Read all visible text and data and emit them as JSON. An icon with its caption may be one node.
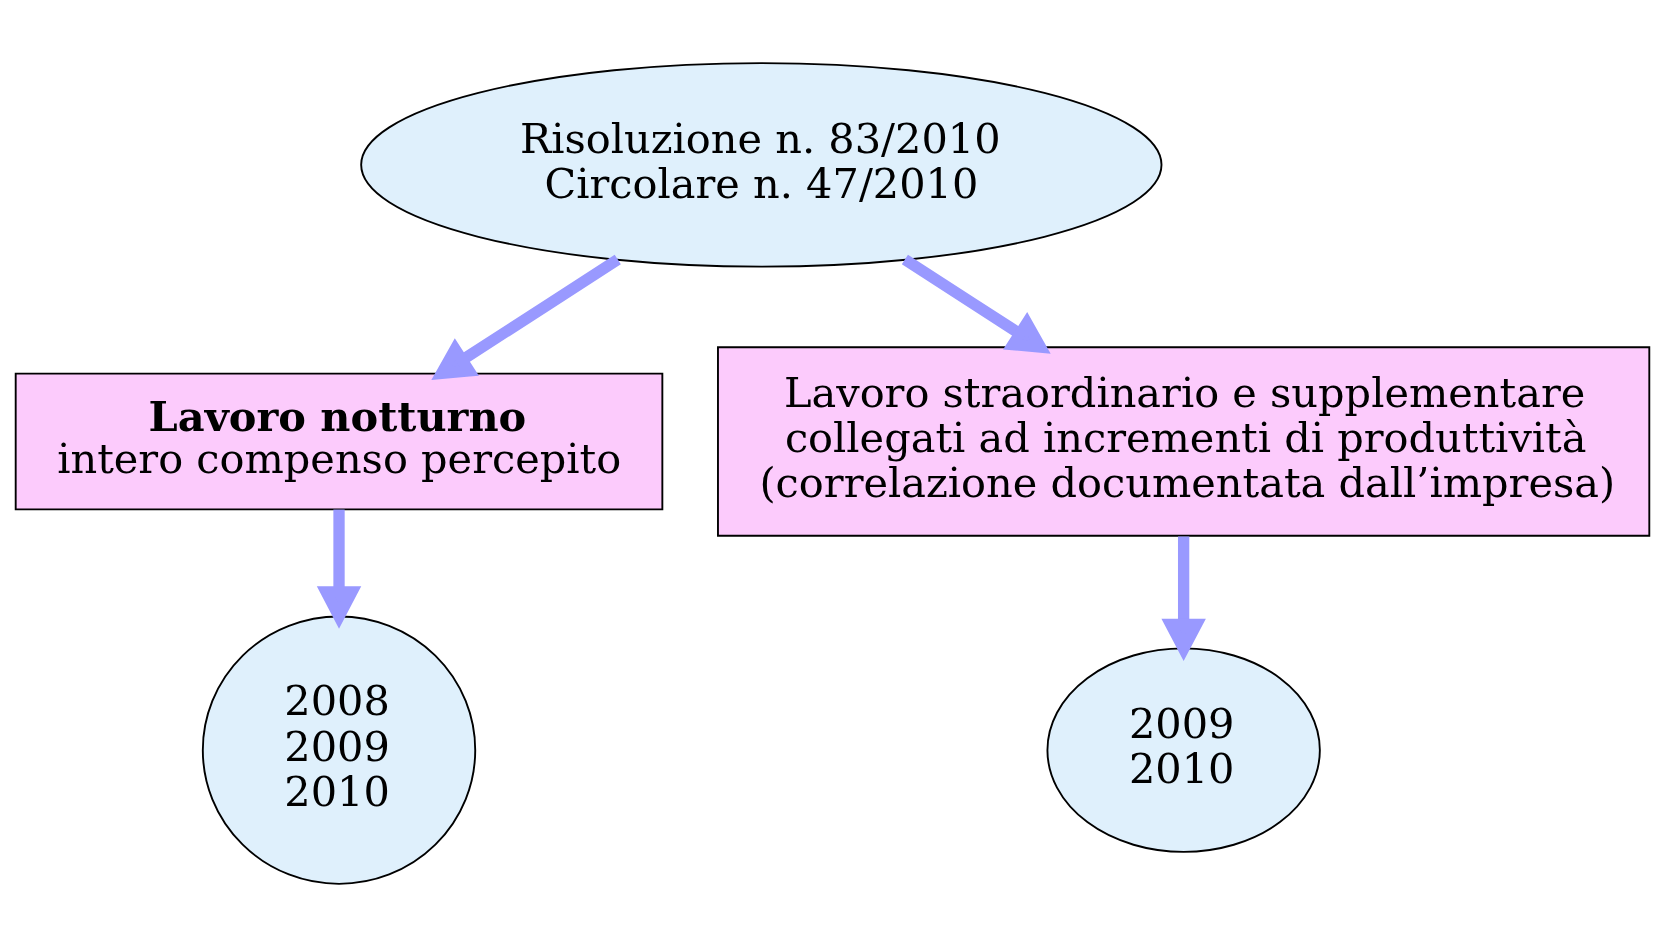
{
  "diagram": {
    "nodes": [
      {
        "text": [
          "Risoluzione n. 83/2010",
          "Circolare n. 47/2010"
        ]
      },
      {
        "text": [
          "Lavoro notturno",
          "intero compenso percepito"
        ]
      },
      {
        "text": [
          "Lavoro straordinario e supplementare collegati ad incrementi di produttività (correlazione documentata dall’impresa)"
        ]
      },
      {
        "text": [
          "2008",
          "2009",
          "2010"
        ]
      },
      {
        "text": [
          "2009",
          "2010"
        ]
      }
    ],
    "edges": [
      {
        "from": 0,
        "to": 1,
        "arrow": "to"
      },
      {
        "from": 0,
        "to": 2,
        "arrow": "to"
      },
      {
        "from": 1,
        "to": 3,
        "arrow": "to"
      },
      {
        "from": 2,
        "to": 4,
        "arrow": "to"
      }
    ]
  }
}
